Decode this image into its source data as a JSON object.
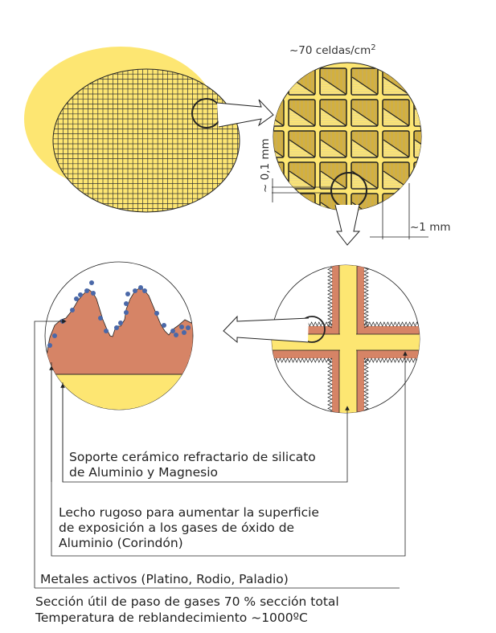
{
  "labels": {
    "cell_density": "~70 celdas/cm",
    "cell_density_sup": "2",
    "wall_thickness": "~ 0,1 mm",
    "cell_pitch": "~1 mm",
    "support_line1": "Soporte cerámico refractario de silicato",
    "support_line2": "de Aluminio y Magnesio",
    "washcoat_line1": "Lecho rugoso para aumentar la superficie",
    "washcoat_line2": "de exposición a los gases de óxido de",
    "washcoat_line3": "Aluminio (Corindón)",
    "metals": "Metales activos (Platino, Rodio, Paladio)",
    "section": "Sección útil de paso de gases 70 % sección total",
    "temperature": "Temperatura de reblandecimiento ~1000ºC"
  },
  "colors": {
    "yellow": "#fde672",
    "gold": "#d3b03e",
    "washcoat": "#d68466",
    "metal_dots": "#4a68a8",
    "line": "#222222"
  }
}
